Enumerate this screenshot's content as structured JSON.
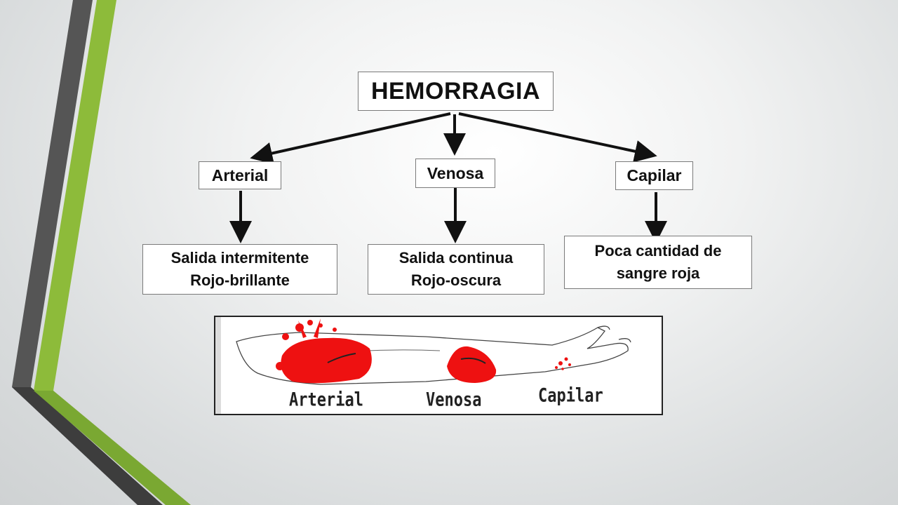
{
  "diagram": {
    "title": "HEMORRAGIA",
    "types": [
      {
        "label": "Arterial",
        "description": [
          "Salida intermitente",
          "Rojo-brillante"
        ]
      },
      {
        "label": "Venosa",
        "description": [
          "Salida continua",
          "Rojo-oscura"
        ]
      },
      {
        "label": "Capilar",
        "description": [
          "Poca cantidad de",
          "sangre roja"
        ]
      }
    ]
  },
  "illustration": {
    "labels": [
      "Arterial",
      "Venosa",
      "Capilar"
    ],
    "blood_color": "#ee1111"
  },
  "colors": {
    "accent_green": "#8dbb3a",
    "accent_gray": "#5a5a5a",
    "arrow": "#111111"
  }
}
